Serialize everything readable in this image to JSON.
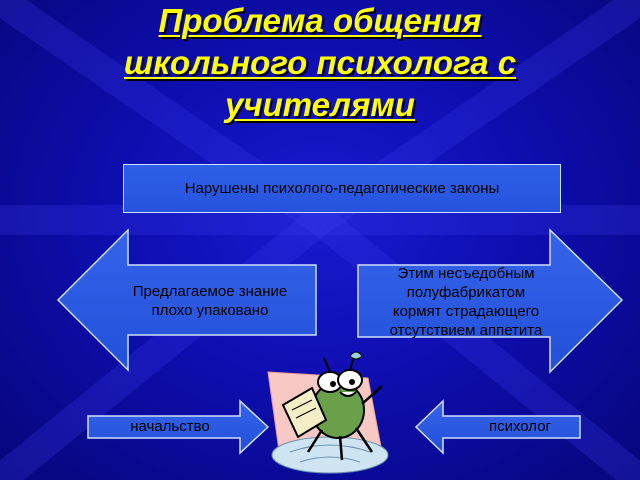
{
  "title": {
    "line1": "Проблема общения",
    "line2": "школьного психолога с",
    "line3": "учителями"
  },
  "diagram": {
    "top_box": "Нарушены психолого-педагогические законы",
    "left_arrow": {
      "line1": "Предлагаемое знание",
      "line2": "плохо упаковано"
    },
    "right_arrow": {
      "line1": "Этим несъедобным",
      "line2": "полуфабрикатом",
      "line3": "кормят страдающего",
      "line4": "отсутствием аппетита"
    },
    "bottom_left": "начальство",
    "bottom_right": "психолог"
  },
  "colors": {
    "background": "#0e0eb0",
    "title": "#ffff00",
    "shape_fill": "#2553dd",
    "shape_border": "#cfe0ff"
  },
  "illustration": "cartoon-bug-with-paper-icon"
}
